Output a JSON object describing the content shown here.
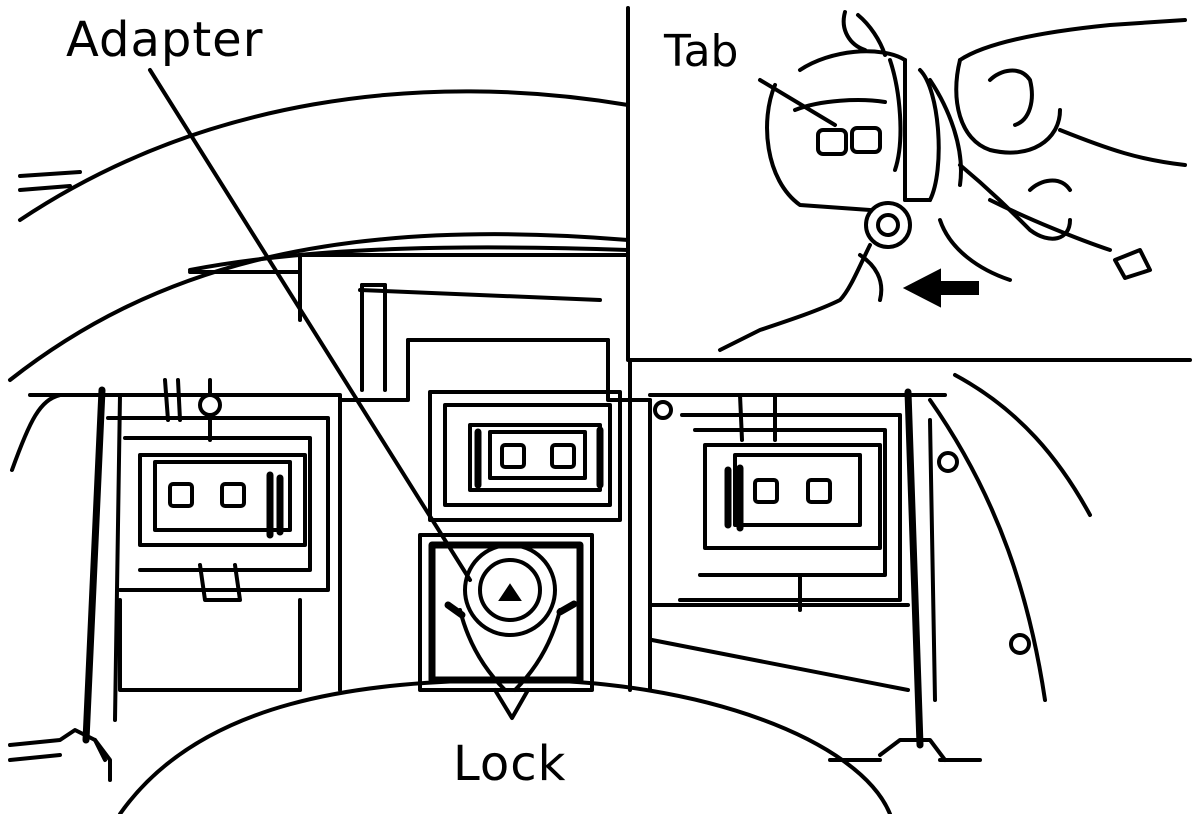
{
  "labels": {
    "adapter": "Adapter",
    "tab": "Tab",
    "lock": "Lock"
  },
  "colors": {
    "line": "#000000",
    "background": "#ffffff"
  }
}
